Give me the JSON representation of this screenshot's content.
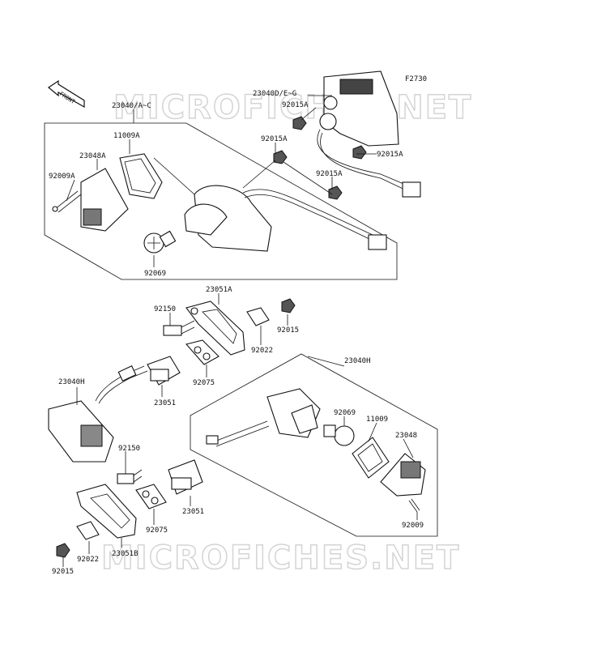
{
  "diagram_code": "F2730",
  "front_label": "FRONT",
  "watermark": "MICROFICHES.NET",
  "labels": {
    "p23040D": "23040D/E~G",
    "p23040A": "23040/A~C",
    "p92015A_1": "92015A",
    "p92015A_2": "92015A",
    "p92015A_3": "92015A",
    "p92015A_4": "92015A",
    "p11009A": "11009A",
    "p23048A": "23048A",
    "p92009A": "92009A",
    "p92069_a": "92069",
    "p23051A": "23051A",
    "p92150_a": "92150",
    "p92015_a": "92015",
    "p92022_a": "92022",
    "p92075_a": "92075",
    "p23051_a": "23051",
    "p23040H_l": "23040H",
    "p23040H_r": "23040H",
    "p92069_b": "92069",
    "p11009": "11009",
    "p23048": "23048",
    "p92009": "92009",
    "p92150_b": "92150",
    "p23051_b": "23051",
    "p92075_b": "92075",
    "p92022_b": "92022",
    "p23051B": "23051B",
    "p92015_b": "92015"
  }
}
